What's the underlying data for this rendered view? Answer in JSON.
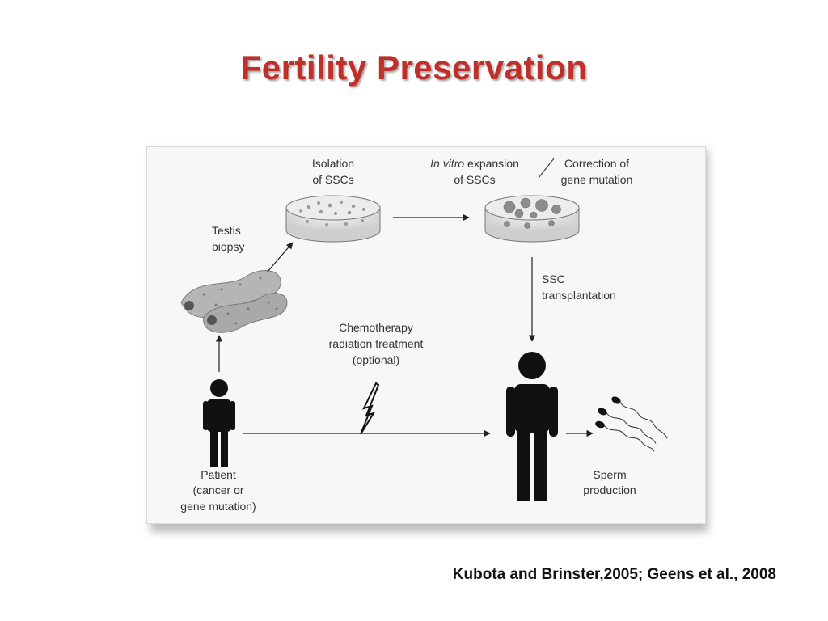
{
  "slide": {
    "title": "Fertility Preservation",
    "title_color": "#c0302a",
    "citation": "Kubota and Brinster,2005; Geens et al., 2008"
  },
  "diagram": {
    "labels": {
      "isolation_line1": "Isolation",
      "isolation_line2": "of SSCs",
      "expansion_italic": "In vitro",
      "expansion_rest": " expansion",
      "expansion_line2": "of SSCs",
      "correction_line1": "Correction of",
      "correction_line2": "gene mutation",
      "testis_line1": "Testis",
      "testis_line2": "biopsy",
      "ssc_line1": "SSC",
      "ssc_line2": "transplantation",
      "chemo_line1": "Chemotherapy",
      "chemo_line2": "radiation treatment",
      "chemo_line3": "(optional)",
      "patient_line1": "Patient",
      "patient_line2": "(cancer or",
      "patient_line3": "gene mutation)",
      "sperm_line1": "Sperm",
      "sperm_line2": "production"
    },
    "colors": {
      "figure_ink": "#111111",
      "dish_fill": "#e2e2e2",
      "colony_fill": "#9a9a9a",
      "tubule_fill": "#b5b5b5"
    }
  }
}
